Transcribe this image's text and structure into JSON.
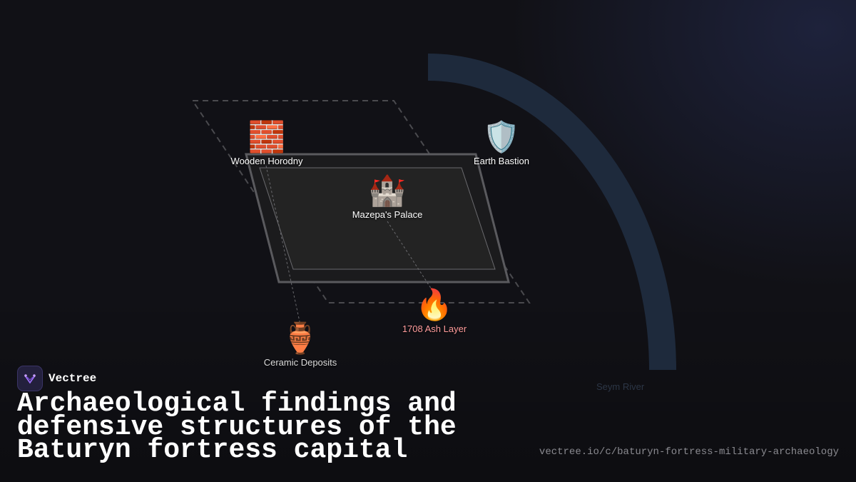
{
  "brand": {
    "name": "Vectree"
  },
  "title": "Archaeological findings and defensive structures of the Baturyn fortress capital",
  "url": "vectree.io/c/baturyn-fortress-military-archaeology",
  "river": {
    "label": "Seym River"
  },
  "nodes": {
    "wooden_horodny": {
      "label": "Wooden Horodny",
      "emoji": "🧱"
    },
    "earth_bastion": {
      "label": "Earth Bastion",
      "emoji": "🛡️"
    },
    "mazepa_palace": {
      "label": "Mazepa's Palace",
      "emoji": "🏰"
    },
    "ash_layer": {
      "label": "1708 Ash Layer",
      "emoji": "🔥"
    },
    "ceramic_deposits": {
      "label": "Ceramic Deposits",
      "emoji": "🏺"
    }
  },
  "colors": {
    "background": "#111116",
    "river": "#1e2a3c",
    "ash_label": "#ff9c9c",
    "outline": "#5a5a5e"
  }
}
